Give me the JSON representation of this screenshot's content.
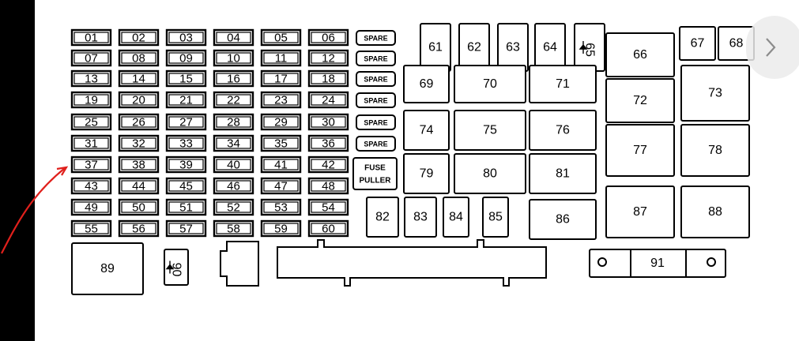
{
  "small_fuses": [
    "01",
    "02",
    "03",
    "04",
    "05",
    "06",
    "07",
    "08",
    "09",
    "10",
    "11",
    "12",
    "13",
    "14",
    "15",
    "16",
    "17",
    "18",
    "19",
    "20",
    "21",
    "22",
    "23",
    "24",
    "25",
    "26",
    "27",
    "28",
    "29",
    "30",
    "31",
    "32",
    "33",
    "34",
    "35",
    "36",
    "37",
    "38",
    "39",
    "40",
    "41",
    "42",
    "43",
    "44",
    "45",
    "46",
    "47",
    "48",
    "49",
    "50",
    "51",
    "52",
    "53",
    "54",
    "55",
    "56",
    "57",
    "58",
    "59",
    "60"
  ],
  "spare_label": "SPARE",
  "fuse_puller": {
    "line1": "FUSE",
    "line2": "PULLER"
  },
  "large_fuses": [
    "61",
    "62",
    "63",
    "64",
    "65",
    "66",
    "67",
    "68",
    "69",
    "70",
    "71",
    "72",
    "73",
    "74",
    "75",
    "76",
    "77",
    "78",
    "79",
    "80",
    "81",
    "82",
    "83",
    "84",
    "85",
    "86",
    "87",
    "88",
    "89",
    "90",
    "91"
  ],
  "next_icon": "chevron-right-icon",
  "arrow_color": "#e0201c"
}
